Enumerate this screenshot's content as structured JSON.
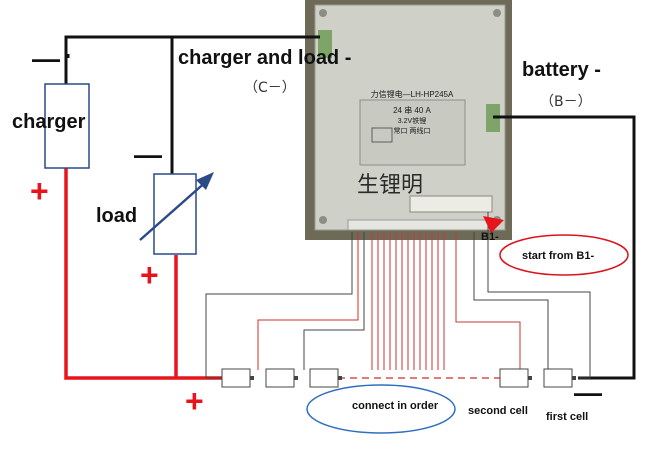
{
  "labels": {
    "charger": "charger",
    "load": "load",
    "charger_and_load": "charger and load -",
    "c_minus": "（C－）",
    "battery": "battery -",
    "b_minus": "（B－）",
    "b1": "B1-",
    "start_from": "start from B1-",
    "connect_in_order": "connect in order",
    "second_cell": "second cell",
    "first_cell": "first cell"
  },
  "board": {
    "brand": "力信锂电—LH-HP245A",
    "spec_line1": "24 串 40 A",
    "spec_line2": "3.2V铁锂",
    "spec_line3": "常口 两线口",
    "watermark": "生锂明"
  },
  "signs": {
    "minus": "—",
    "plus": "+"
  },
  "colors": {
    "negative_wire": "#111111",
    "positive_wire": "#e8141b",
    "box_border": "#2a4a8a",
    "ellipse_red": "#d9141b",
    "ellipse_blue": "#2f6fc0",
    "board": "#cfd0c8"
  }
}
